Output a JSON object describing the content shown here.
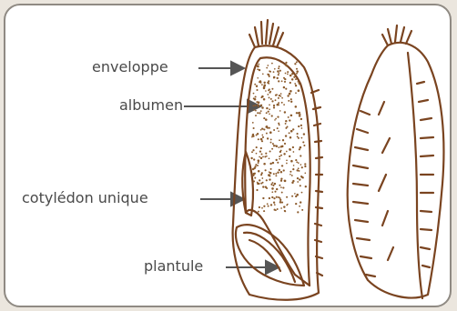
{
  "labels": {
    "enveloppe": "enveloppe",
    "albumen": "albumen",
    "cotyledon": "cotylédon unique",
    "plantule": "plantule"
  },
  "colors": {
    "outline": "#7a4420",
    "dots": "#8b5a2b",
    "arrow": "#555555",
    "text": "#4a4a4a",
    "frame": "#8f8a83",
    "background": "#ebe6de"
  }
}
